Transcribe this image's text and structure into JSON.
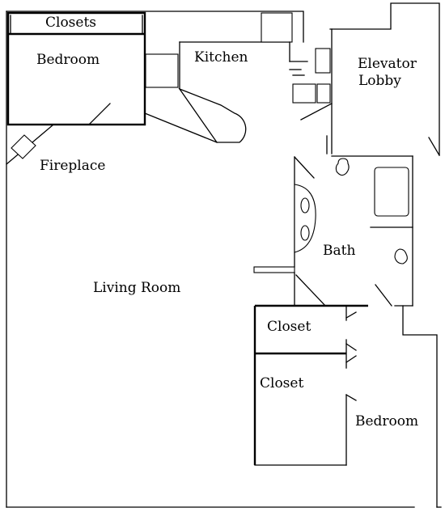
{
  "rooms": {
    "closets_top": "Closets",
    "bedroom_top": "Bedroom",
    "kitchen": "Kitchen",
    "elevator_lobby_line1": "Elevator",
    "elevator_lobby_line2": "Lobby",
    "fireplace": "Fireplace",
    "bath": "Bath",
    "living_room": "Living Room",
    "closet_upper": "Closet",
    "closet_lower": "Closet",
    "bedroom_bottom": "Bedroom"
  }
}
